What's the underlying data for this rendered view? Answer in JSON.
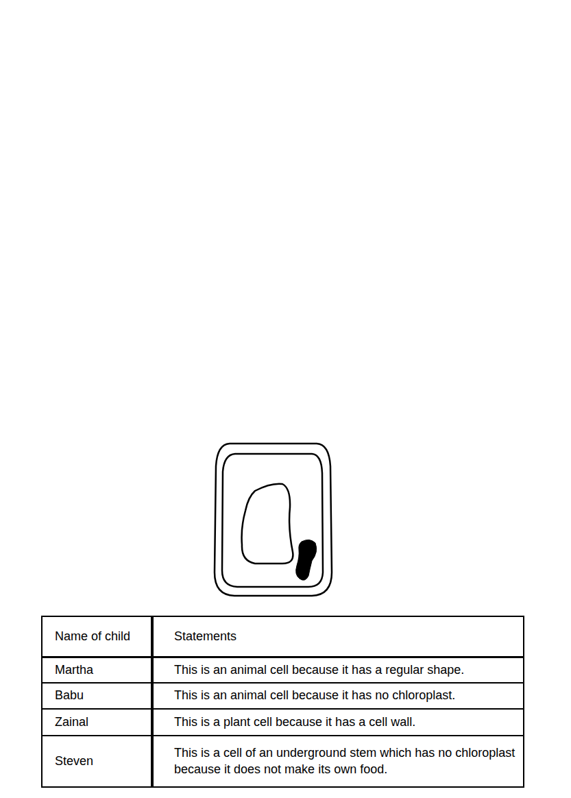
{
  "diagram": {
    "labels": [
      "Name of child",
      "Statements",
      "Martha",
      "This is an animal cell because it has a regular shape.",
      "Babu",
      "This is an animal cell because it has no chloroplast.",
      "Zainal",
      "This is a plant cell because it has a cell wall.",
      "Steven",
      "This is a cell of an underground stem which has no chloroplast because it does not make its own food."
    ]
  }
}
